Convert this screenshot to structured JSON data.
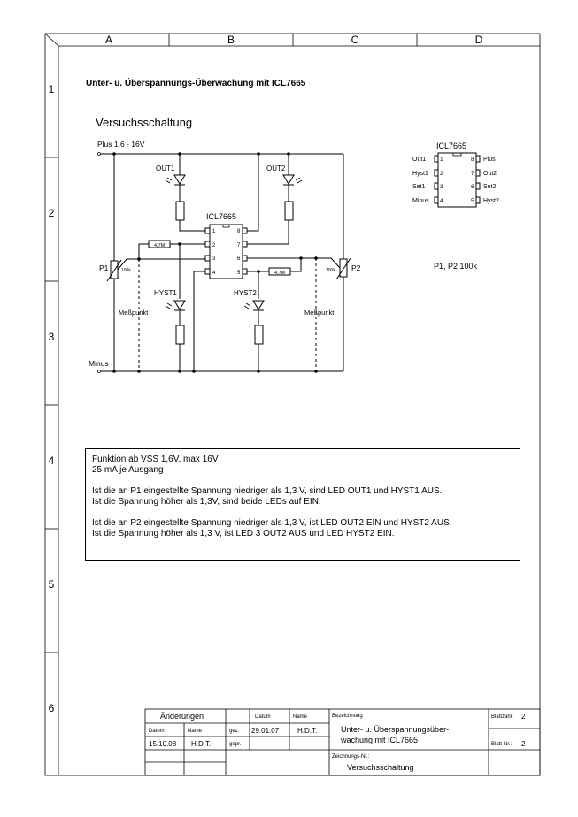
{
  "frame": {
    "columns": [
      "A",
      "B",
      "C",
      "D"
    ],
    "rows": [
      "1",
      "2",
      "3",
      "4",
      "5",
      "6"
    ]
  },
  "header": {
    "title": "Unter- u. Überspannungs-Überwachung mit ICL7665",
    "subtitle": "Versuchsschaltung"
  },
  "schematic": {
    "supply_plus": "Plus  1,6 - 16V",
    "supply_minus": "Minus",
    "ic_label": "ICL7665",
    "led_out1": "OUT1",
    "led_out2": "OUT2",
    "led_hyst1": "HYST1",
    "led_hyst2": "HYST2",
    "resistor_value": "4,7M",
    "pot_p1": "P1",
    "pot_p2": "P2",
    "pot_value": "100k",
    "measure_point": "Meßpunkt",
    "pins": [
      "1",
      "2",
      "3",
      "4",
      "5",
      "6",
      "7",
      "8"
    ]
  },
  "pinout": {
    "title": "ICL7665",
    "left_pins": [
      {
        "num": "1",
        "name": "Out1"
      },
      {
        "num": "2",
        "name": "Hyst1"
      },
      {
        "num": "3",
        "name": "Set1"
      },
      {
        "num": "4",
        "name": "Minus"
      }
    ],
    "right_pins": [
      {
        "num": "8",
        "name": "Plus"
      },
      {
        "num": "7",
        "name": "Out2"
      },
      {
        "num": "6",
        "name": "Set2"
      },
      {
        "num": "5",
        "name": "Hyst2"
      }
    ],
    "note": "P1, P2  100k"
  },
  "description": {
    "line1": "Funktion ab VSS 1,6V, max 16V",
    "line2": "25 mA je Ausgang",
    "line3": "Ist die an P1 eingestellte Spannung niedriger als 1,3 V, sind LED OUT1 und HYST1 AUS.",
    "line4": "Ist die Spannung höher als 1,3V, sind beide LEDs auf EIN.",
    "line5": "Ist die an P2 eingestellte Spannung niedriger als 1,3 V, ist LED OUT2 EIN und HYST2 AUS.",
    "line6": "Ist die Spannung höher als 1,3 V, ist LED 3 OUT2 AUS und LED HYST2 EIN."
  },
  "title_block": {
    "changes": "Änderungen",
    "datum": "Datum",
    "name": "Name",
    "gez": "gez.",
    "gepr": "gepr.",
    "gez_date": "29.01.07",
    "gez_name": "H.D.T.",
    "change_date": "15.10.08",
    "change_name": "H.D.T.",
    "bezeichnung_label": "Bezeichnung",
    "bezeichnung_line1": "Unter- u. Überspannungsüber-",
    "bezeichnung_line2": "wachung mit ICL7665",
    "zeichnungs_label": "Zeichnungs-Nr.:",
    "zeichnungs_value": "Versuchsschaltung",
    "blattzahl_label": "Blattzahl:",
    "blattzahl_value": "2",
    "blatt_nr_label": "Blatt-Nr.:",
    "blatt_nr_value": "2"
  }
}
